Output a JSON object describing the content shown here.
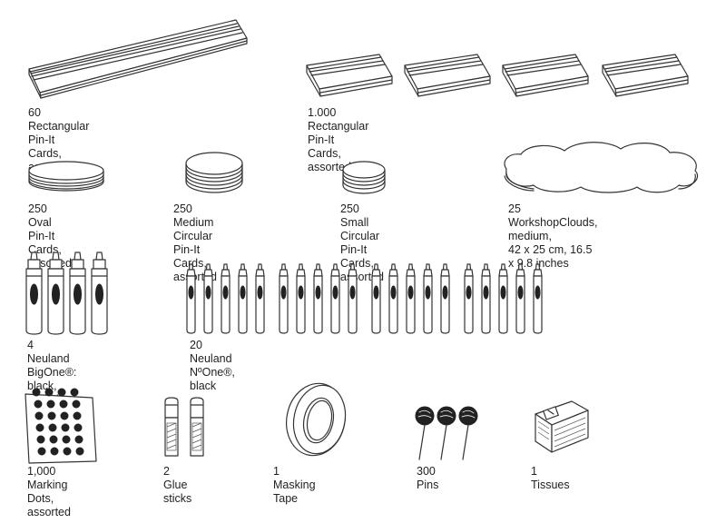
{
  "items": [
    {
      "id": "rect-60",
      "label": "60 Rectangular Pin-It Cards, assorted",
      "icon": "card-stack-long-icon"
    },
    {
      "id": "rect-1000",
      "label": "1.000 Rectangular Pin-It Cards, assorted",
      "icon": "card-stacks-icon"
    },
    {
      "id": "oval-250",
      "label": "250 Oval Pin-It\nCards, assorted",
      "icon": "oval-cards-icon"
    },
    {
      "id": "medium-circ-250",
      "label": "250 Medium Circular\nPin-It Cards, assorted",
      "icon": "medium-circle-cards-icon"
    },
    {
      "id": "small-circ-250",
      "label": "250 Small Circular\nPin-It Cards, assorted",
      "icon": "small-circle-cards-icon"
    },
    {
      "id": "clouds-25",
      "label": "25 WorkshopClouds, medium,\n42 x 25 cm, 16.5 x 9.8 inches",
      "icon": "cloud-cards-icon"
    },
    {
      "id": "bigone-4",
      "label": "4 Neuland BigOne®:\nblack, red, blue, green",
      "icon": "big-marker-icon"
    },
    {
      "id": "noone-20",
      "label": "20 Neuland NºOne®, black",
      "icon": "marker-icon"
    },
    {
      "id": "dots-1000",
      "label": "1,000 Marking\nDots, assorted",
      "icon": "marking-dots-sheet-icon"
    },
    {
      "id": "glue-2",
      "label": "2 Glue sticks",
      "icon": "glue-stick-icon"
    },
    {
      "id": "tape-1",
      "label": "1 Masking Tape",
      "icon": "masking-tape-icon"
    },
    {
      "id": "pins-300",
      "label": "300 Pins",
      "icon": "pin-icon"
    },
    {
      "id": "tissues-1",
      "label": "1 Tissues",
      "icon": "tissue-box-icon"
    }
  ],
  "colors": {
    "ink": "#333333",
    "background": "#ffffff"
  }
}
